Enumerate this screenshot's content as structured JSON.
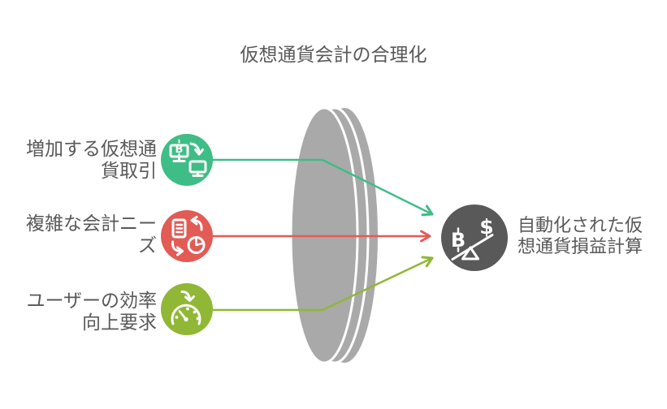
{
  "title": "仮想通貨会計の合理化",
  "inputs": [
    {
      "id": "increasing-crypto-transactions",
      "lines": [
        "増加する仮想通",
        "貨取引"
      ],
      "color": "#3FBD86",
      "icon": "bitcoin-transfer-icon"
    },
    {
      "id": "complex-accounting-needs",
      "lines": [
        "複雑な会計ニー",
        "ズ"
      ],
      "color": "#E25B55",
      "icon": "document-chart-sync-icon"
    },
    {
      "id": "user-efficiency-demand",
      "lines": [
        "ユーザーの効率",
        "向上要求"
      ],
      "color": "#90B735",
      "icon": "gauge-icon"
    }
  ],
  "output": {
    "id": "automated-crypto-pnl",
    "lines": [
      "自動化された仮",
      "想通貨損益計算"
    ],
    "color": "#595959",
    "icon": "bitcoin-dollar-balance-icon",
    "glyphs": {
      "crypto": "B",
      "fiat": "$"
    }
  },
  "icon_glyphs": {
    "monitor_crypto": "B"
  },
  "lens": {
    "name": "funnel-lens",
    "color": "#A9A9A9"
  },
  "colors": {
    "text": "#595959",
    "background": "#FFFFFF",
    "arrow_green": "#3FBD86",
    "arrow_red": "#E25B55",
    "arrow_olive": "#90B735",
    "icon_stroke": "#FFFFFF",
    "lens_gray": "#A9A9A9",
    "output_dark": "#595959"
  }
}
